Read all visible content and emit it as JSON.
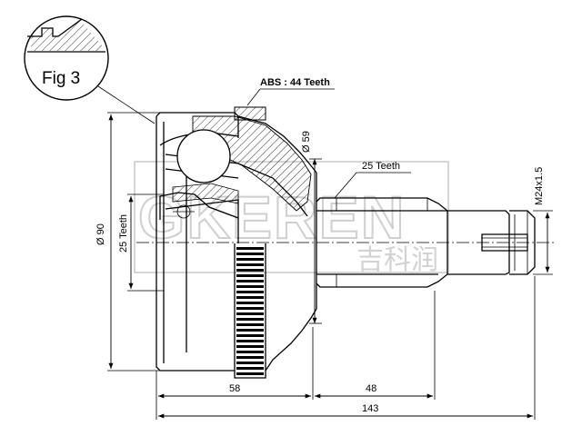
{
  "figure": {
    "label": "Fig 3"
  },
  "watermark": {
    "brand": "GKEREN",
    "brand_cn": "吉科润"
  },
  "annotations": {
    "abs_teeth": "ABS : 44 Teeth",
    "outer_spline": "25 Teeth",
    "inner_spline": "25 Teeth",
    "thread": "M24x1.5",
    "seal_diameter": "Ø 59",
    "outer_diameter": "Ø 90"
  },
  "dimensions": {
    "bell_length": "58",
    "shaft_length": "48",
    "overall_length": "143"
  }
}
